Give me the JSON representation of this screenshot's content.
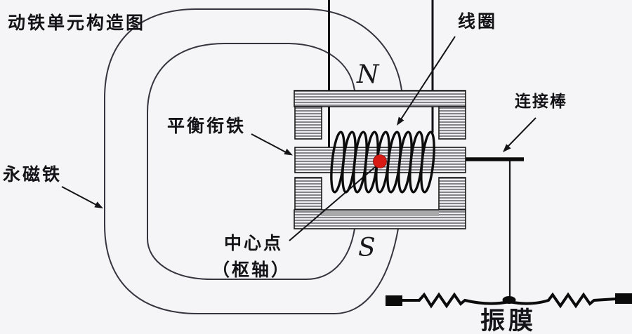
{
  "diagram": {
    "title": "动铁单元构造图",
    "labels": {
      "coil": "线圈",
      "connecting_rod": "连接棒",
      "armature": "平衡衔铁",
      "permanent_magnet": "永磁铁",
      "center_point": "中心点",
      "pivot": "（枢轴）",
      "diaphragm": "振膜",
      "pole_north": "N",
      "pole_south": "S"
    },
    "colors": {
      "background": "#f5f5f7",
      "line": "#35353f",
      "ink": "#141418",
      "red_dot": "#d81a15",
      "slot_shadow": "#a9a9ab"
    }
  }
}
